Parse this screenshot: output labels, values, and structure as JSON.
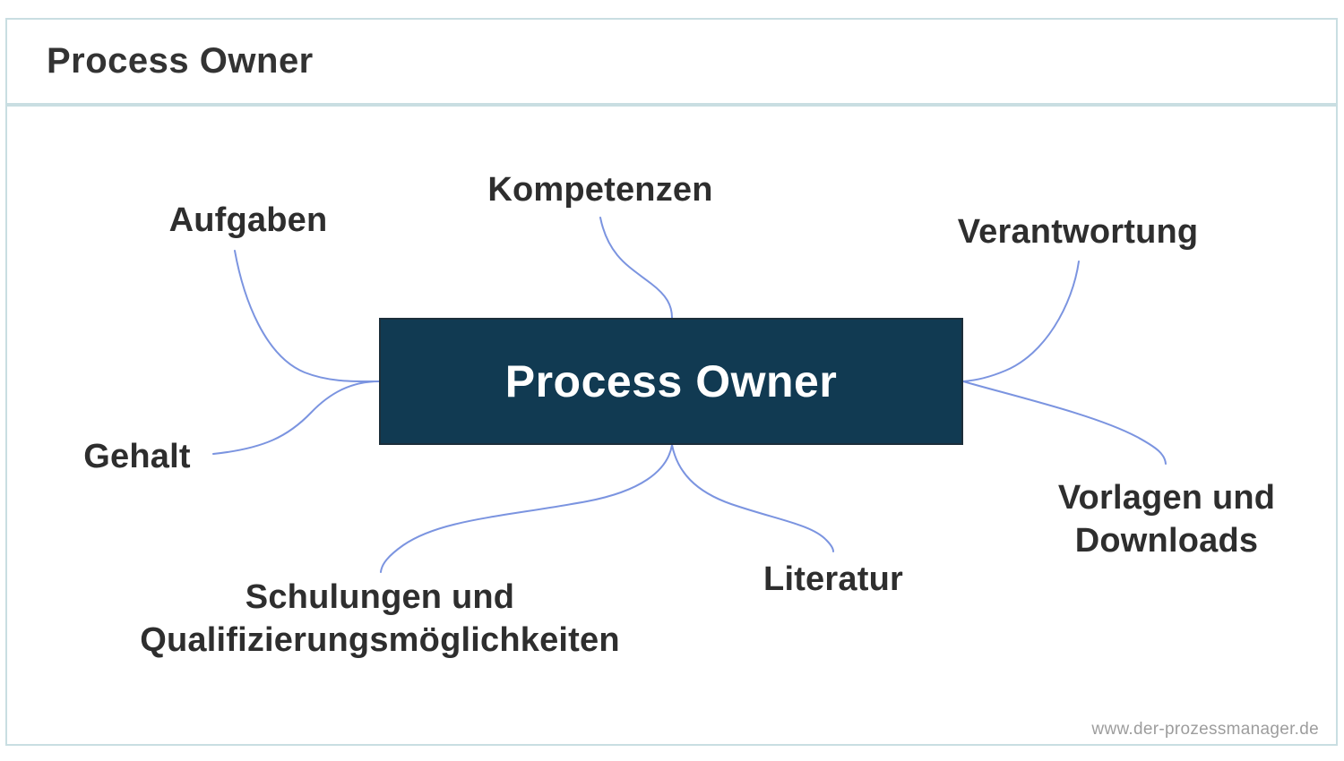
{
  "header": {
    "title": "Process Owner"
  },
  "mindmap": {
    "center_label": "Process Owner",
    "nodes": [
      {
        "id": "aufgaben",
        "label": "Aufgaben"
      },
      {
        "id": "kompetenzen",
        "label": "Kompetenzen"
      },
      {
        "id": "verantwortung",
        "label": "Verantwortung"
      },
      {
        "id": "gehalt",
        "label": "Gehalt"
      },
      {
        "id": "schulungen",
        "label": "Schulungen und Qualifizierungsmöglichkeiten"
      },
      {
        "id": "literatur",
        "label": "Literatur"
      },
      {
        "id": "vorlagen",
        "label": "Vorlagen und Downloads"
      }
    ]
  },
  "footer": {
    "url": "www.der-prozessmanager.de"
  },
  "colors": {
    "center_fill": "#113a52",
    "center_border": "#1c2e3a",
    "center_text": "#ffffff",
    "branch_line": "#7b94e0",
    "label_text": "#2e2e2e",
    "frame_border": "#c9dee2",
    "title_text": "#333333",
    "footer_text": "#9d9d9d",
    "background": "#ffffff"
  }
}
